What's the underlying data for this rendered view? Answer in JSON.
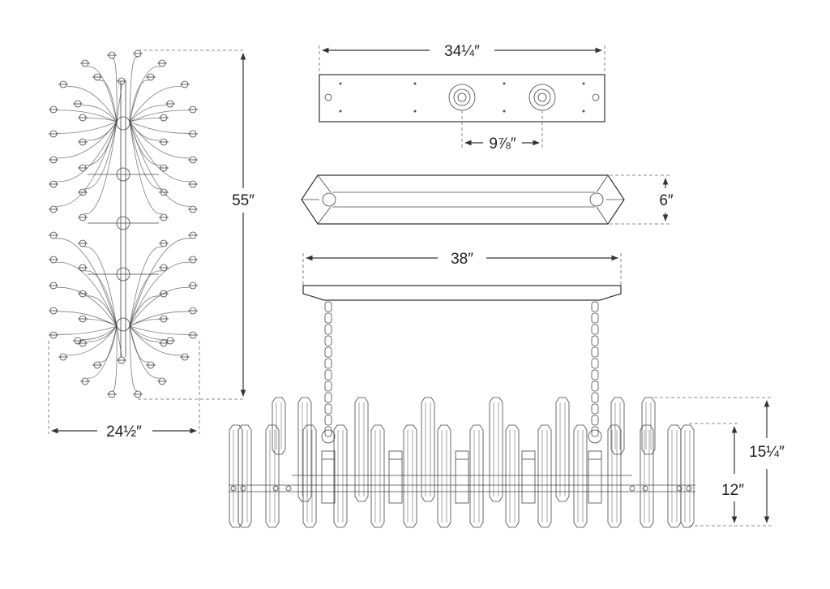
{
  "dimensions": {
    "plan_height": "55″",
    "plan_width": "24½″",
    "canopy_length": "34¼″",
    "mount_spacing": "9⅞″",
    "canopy_depth": "6″",
    "fixture_length": "38″",
    "overall_height": "15¼″",
    "body_height": "12″"
  },
  "colors": {
    "line": "#333333",
    "dim_line": "#666666",
    "background": "#ffffff"
  }
}
